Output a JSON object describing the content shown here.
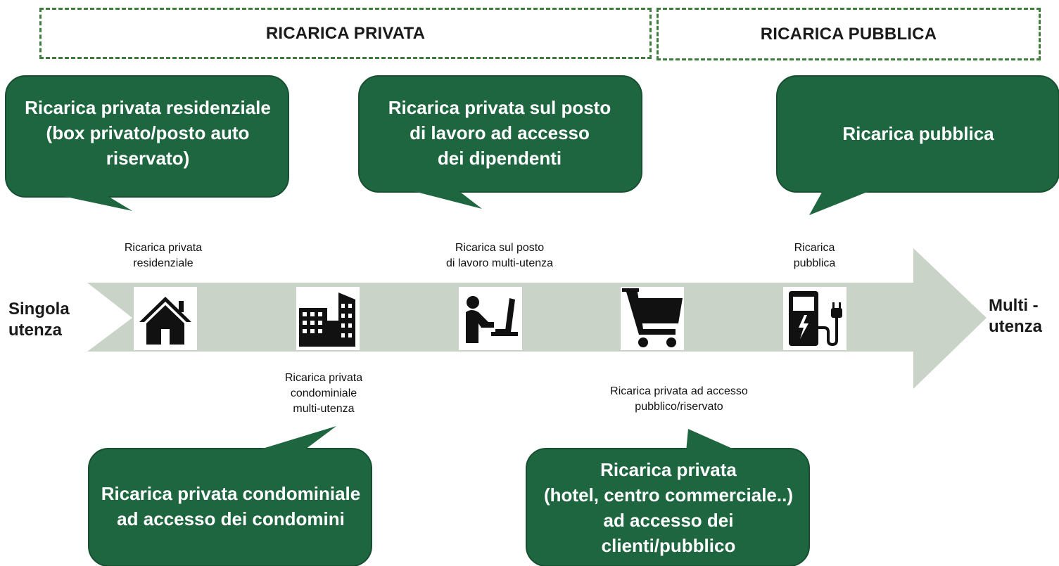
{
  "regions": {
    "private": "RICARICA PRIVATA",
    "public": "RICARICA PUBBLICA"
  },
  "bubbles": [
    "Ricarica privata residenziale\n(box privato/posto auto\nriservato)",
    "Ricarica privata sul posto\ndi lavoro ad accesso\ndei dipendenti",
    "Ricarica pubblica",
    "Ricarica privata condominiale\nad accesso dei condomini",
    "Ricarica privata\n(hotel, centro commerciale..)\nad accesso dei\nclienti/pubblico"
  ],
  "tick_labels": [
    "Ricarica privata\nresidenziale",
    "Ricarica sul posto\ndi lavoro multi-utenza",
    "Ricarica\npubblica",
    "Ricarica privata\ncondominiale\nmulti-utenza",
    "Ricarica privata ad accesso\npubblico/riservato"
  ],
  "axis": {
    "start": "Singola\nutenza",
    "end": "Multi -\nutenza"
  },
  "icons": [
    "house-icon",
    "apartment-buildings-icon",
    "person-at-computer-icon",
    "shopping-cart-icon",
    "charging-station-icon"
  ],
  "colors": {
    "bubble": "#1e6640",
    "bubble_border": "#174f31",
    "arrow": "#c9d3c7",
    "dashed_border": "#3f7d3c",
    "icon": "#111111"
  }
}
